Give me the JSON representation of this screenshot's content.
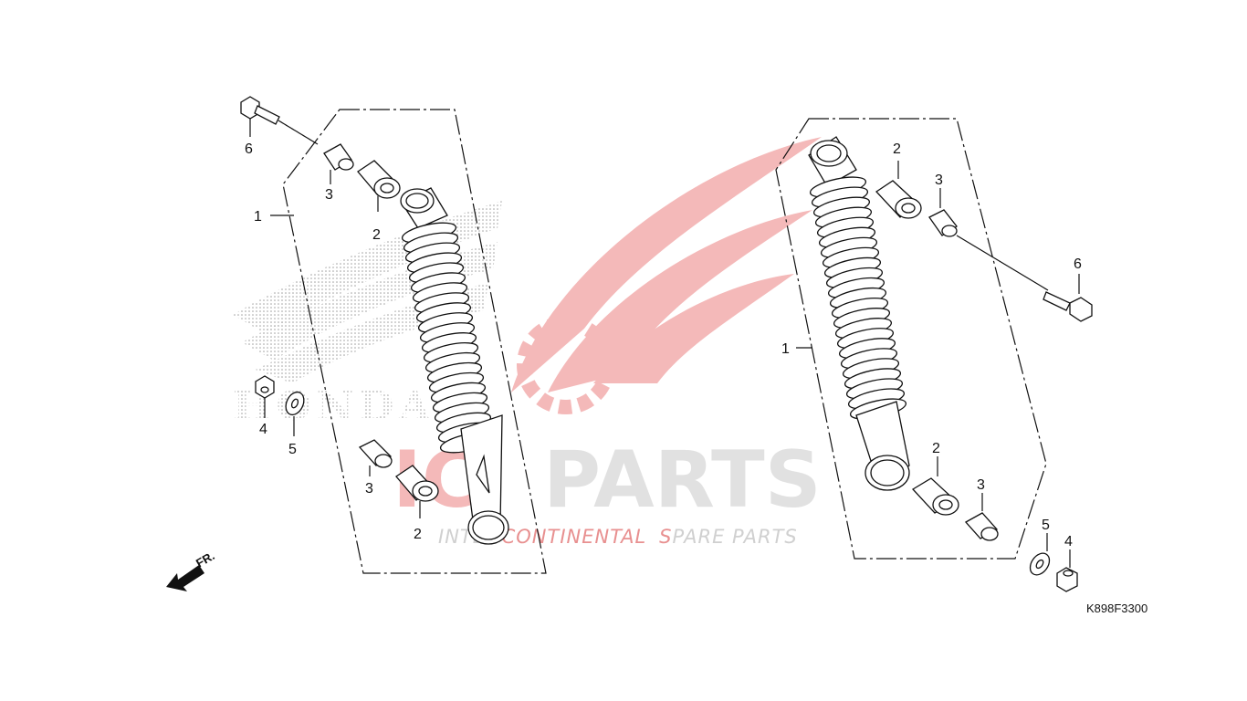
{
  "watermark": {
    "brand_part1": "IC",
    "brand_part2": "PARTS",
    "tagline_part1": "INTER",
    "tagline_part2": "CONTINENTAL",
    "tagline_part3": "S",
    "tagline_part4": "PARE PARTS",
    "honda_text": "HONDA",
    "accent_color": "#e03a3a",
    "gray_color": "#d8d8d8"
  },
  "direction_marker": {
    "label": "FR.",
    "icon": "arrow-left-down-icon"
  },
  "diagram_code": "K898F3300",
  "left_assembly": {
    "callouts": {
      "shock": "1",
      "bushing_upper": "2",
      "collar_upper": "3",
      "bolt": "6",
      "nut": "4",
      "washer": "5",
      "collar_lower": "3",
      "bushing_lower": "2"
    }
  },
  "right_assembly": {
    "callouts": {
      "shock": "1",
      "bushing_upper": "2",
      "collar_upper": "3",
      "bolt": "6",
      "bushing_lower": "2",
      "collar_lower": "3",
      "washer": "5",
      "nut": "4"
    }
  }
}
